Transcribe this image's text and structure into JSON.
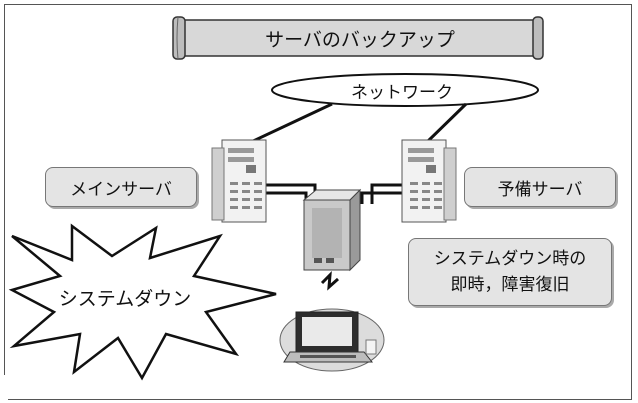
{
  "title": "サーバのバックアップ",
  "network_label": "ネットワーク",
  "main_server_label": "メインサーバ",
  "backup_server_label": "予備サーバ",
  "recovery_note": [
    "システムダウン時の",
    "即時，障害復旧"
  ],
  "system_down_label": "システムダウン",
  "colors": {
    "box_fill": "#e4e4e4",
    "banner_fill": "#d8d8d8",
    "line": "#111111"
  }
}
